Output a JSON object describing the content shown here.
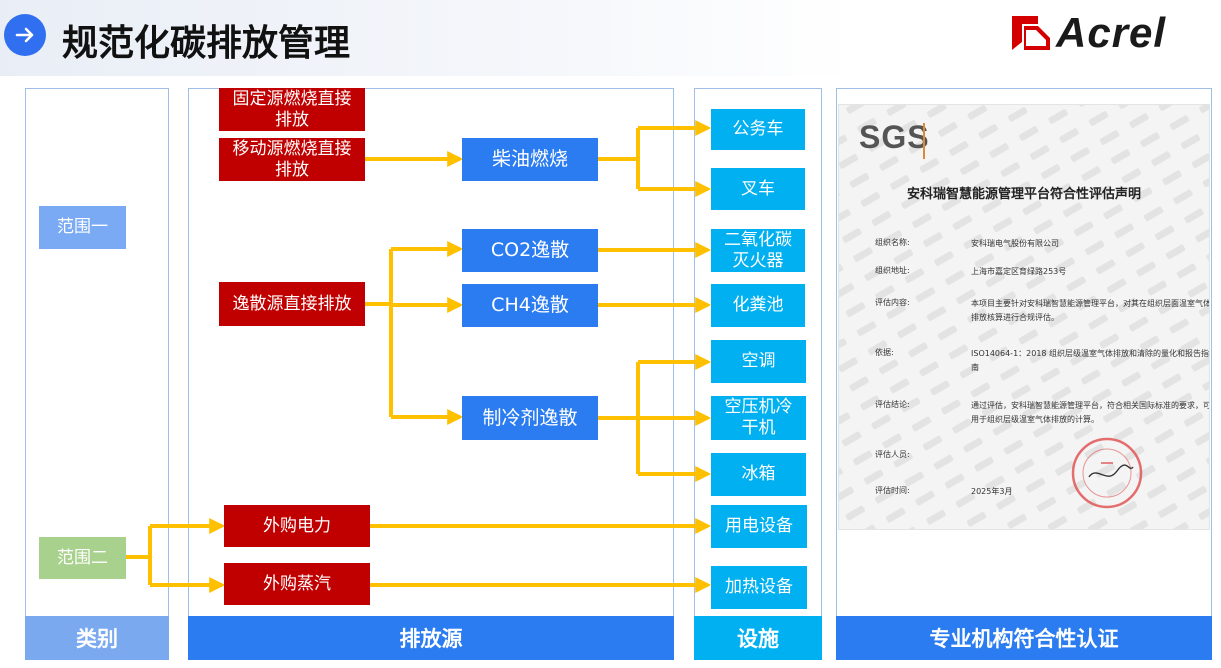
{
  "page_title": "规范化碳排放管理",
  "logo_text": "Acrel",
  "columns": {
    "category": "类别",
    "sources": "排放源",
    "facilities": "设施",
    "certification": "专业机构符合性认证"
  },
  "scopes": {
    "scope1": "范围一",
    "scope2": "范围二"
  },
  "sources": {
    "fixed": "固定源燃烧直接排放",
    "mobile": "移动源燃烧直接排放",
    "fugitive": "逸散源直接排放",
    "elec": "外购电力",
    "steam": "外购蒸汽"
  },
  "processes": {
    "diesel": "柴油燃烧",
    "co2": "CO2逸散",
    "ch4": "CH4逸散",
    "refrigerant": "制冷剂逸散"
  },
  "facilities": {
    "car": "公务车",
    "forklift": "叉车",
    "extinguisher": "二氧化碳灭火器",
    "septic": "化粪池",
    "ac": "空调",
    "dryer": "空压机冷干机",
    "fridge": "冰箱",
    "electrical": "用电设备",
    "heating": "加热设备"
  },
  "certificate": {
    "logo": "SGS",
    "title": "安科瑞智慧能源管理平台符合性评估声明",
    "rows": [
      {
        "label": "组织名称:",
        "value": "安科瑞电气股份有限公司"
      },
      {
        "label": "组织地址:",
        "value": "上海市嘉定区育绿路253号"
      },
      {
        "label": "评估内容:",
        "value": "本项目主要针对安科瑞智慧能源管理平台，对其在组织层面温室气体排放核算进行合规评估。"
      },
      {
        "label": "依据:",
        "value": "ISO14064-1：2018 组织层级温室气体排放和清除的量化和报告指南"
      },
      {
        "label": "评估结论:",
        "value": "通过评估，安科瑞智慧能源管理平台，符合相关国际标准的要求，可用于组织层级温室气体排放的计算。"
      },
      {
        "label": "评估人员:",
        "value": ""
      },
      {
        "label": "评估时间:",
        "value": "2025年3月"
      }
    ]
  },
  "colors": {
    "source_red": "#c00000",
    "process_blue": "#2b7cf0",
    "facility_cyan": "#00b0f0",
    "connector_yellow": "#ffc000",
    "scope1": "#7aaaf3",
    "scope2": "#a9d18e"
  }
}
